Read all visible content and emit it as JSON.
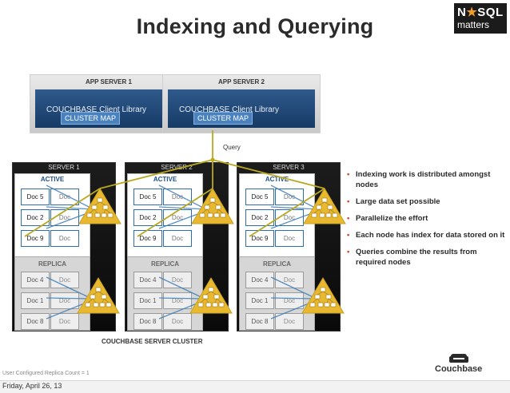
{
  "title": "Indexing and Querying",
  "logo": {
    "line1_a": "N",
    "line1_b": "SQL",
    "line2": "matters"
  },
  "app_servers": [
    {
      "label": "APP SERVER 1",
      "library": "COUCHBASE Client Library",
      "cluster_map": "CLUSTER MAP"
    },
    {
      "label": "APP SERVER 2",
      "library": "COUCHBASE Client Library",
      "cluster_map": "CLUSTER MAP"
    }
  ],
  "query_label": "Query",
  "servers": [
    {
      "label": "SERVER 1"
    },
    {
      "label": "SERVER 2"
    },
    {
      "label": "SERVER 3"
    }
  ],
  "active_label": "ACTIVE",
  "replica_label": "REPLICA",
  "active_docs": [
    [
      "Doc 5",
      "Doc"
    ],
    [
      "Doc 2",
      "Doc"
    ],
    [
      "Doc 9",
      "Doc"
    ]
  ],
  "replica_docs": [
    [
      "Doc 4",
      "Doc"
    ],
    [
      "Doc 1",
      "Doc"
    ],
    [
      "Doc 8",
      "Doc"
    ]
  ],
  "bullets": [
    "Indexing work is distributed amongst nodes",
    "Large data set possible",
    "Parallelize the effort",
    "Each node has index for data stored on it",
    "Queries combine the results from required nodes"
  ],
  "cluster_label": "COUCHBASE SERVER  CLUSTER",
  "footnote": "User Configured Replica Count = 1",
  "brand": "Couchbase",
  "datestamp": "Friday, April 26, 13",
  "colors": {
    "query_line": "#b8a820",
    "index_triangle": "#e8b830",
    "arrow": "#3d7eb8"
  }
}
